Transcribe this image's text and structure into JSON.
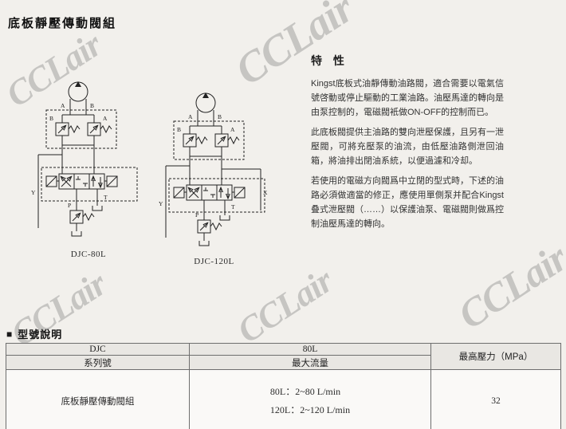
{
  "title": "底板靜壓傳動閥組",
  "watermark": {
    "text": "CCLair"
  },
  "diagrams": {
    "caption_80l": "DJC-80L",
    "caption_120l": "DJC-120L",
    "ports": {
      "a": "A",
      "b": "B",
      "p": "P",
      "t": "T",
      "x": "X",
      "y": "Y"
    }
  },
  "features": {
    "heading": "特 性",
    "paragraphs": [
      "Kingst底板式油靜傳動油路閥，適合需要以電氣信號啓動或停止驅動的工業油路。油壓馬達的轉向是由泵控制的，電磁閥衹做ON-OFF的控制而已。",
      "此底板閥提供主油路的雙向泄壓保護，且另有一泄壓閥，可將充壓泵的油流，由低壓油路側泄回油箱，將油排出閉油系統，以便過濾和冷却。",
      "若使用的電磁方向閥爲中立閉的型式時，下述的油路必須做適當的修正，應使用單側泵并配合Kingst叠式泄壓閥（……）以保護油泵、電磁閥則做爲控制油壓馬達的轉向。"
    ]
  },
  "model_section": {
    "marker": "■",
    "heading": "型號說明",
    "table": {
      "header_row1": {
        "col1": "DJC",
        "col2": "80L"
      },
      "header_row2": {
        "col1": "系列號",
        "col2": "最大流量"
      },
      "col3_header": "最高壓力（MPa）",
      "body": {
        "series": "底板靜壓傳動閥組",
        "flow1": "80L：2~80 L/min",
        "flow2": "120L：2~120 L/min",
        "pressure": "32"
      }
    }
  }
}
